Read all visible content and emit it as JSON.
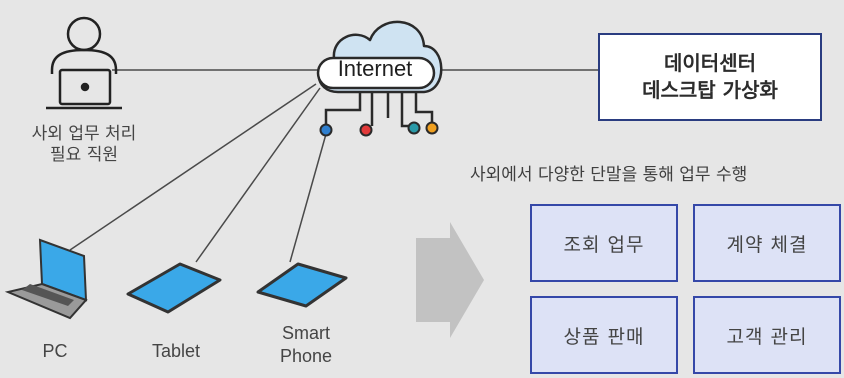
{
  "internet": {
    "label": "Internet"
  },
  "user": {
    "label": "사외 업무 처리\n필요 직원"
  },
  "data_center": {
    "line1": "데이터센터",
    "line2": "데스크탑 가상화"
  },
  "headline": "사외에서 다양한 단말을 통해 업무 수행",
  "devices": [
    {
      "label": "PC"
    },
    {
      "label": "Tablet"
    },
    {
      "label": "Smart\nPhone"
    }
  ],
  "tasks": [
    {
      "label": "조회 업무"
    },
    {
      "label": "계약 체결"
    },
    {
      "label": "상품 판매"
    },
    {
      "label": "고객 관리"
    }
  ],
  "colors": {
    "background": "#e6e6e6",
    "box_border": "#3548a8",
    "box_fill": "#dde2f6",
    "device_screen": "#3aa8e8",
    "node_blue": "#2f7fcf",
    "node_red": "#e23a3a",
    "node_teal": "#2a9aa8",
    "node_orange": "#f0a020"
  }
}
